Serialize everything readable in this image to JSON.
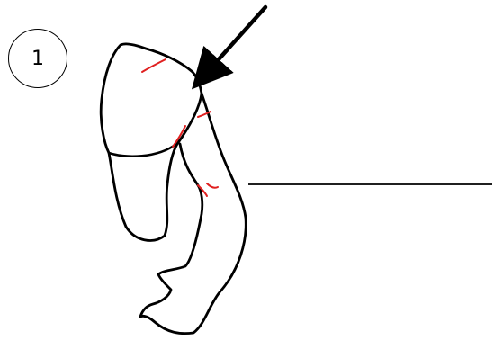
{
  "step": {
    "number": "1"
  },
  "colors": {
    "outline": "#000000",
    "highlight": "#e02020",
    "background": "#ffffff"
  },
  "icons": {
    "indicator_arrow": "arrow-pointing-down-left",
    "figure": "arm-outline"
  }
}
